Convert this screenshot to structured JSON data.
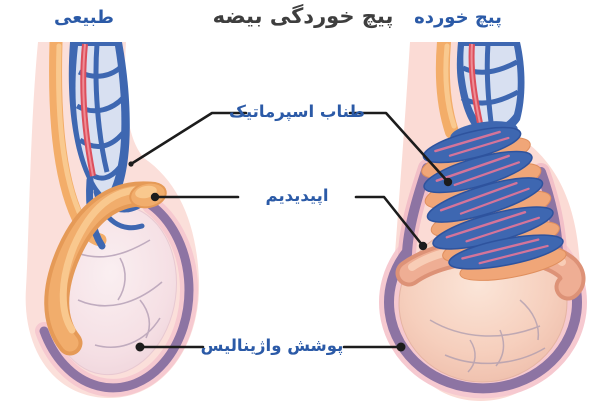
{
  "headers": {
    "normal": "طبیعی",
    "condition": "پیچ خوردگی بیضه",
    "twisted": "پیچ خورده"
  },
  "labels": {
    "spermatic_cord": "طناب اسپرماتیک",
    "epididymis": "اپیدیدیم",
    "tunica_vaginalis": "پوشش واژینالیس"
  },
  "colors": {
    "label_text_blue": "#2b5aa7",
    "title_text_dark": "#3e3e3e",
    "connector_line": "#1c1c1c",
    "scrotum_skin_pink": "#fbdfda",
    "skin_rim_pink": "#f6c9d0",
    "vein_blue": "#3e67b1",
    "vein_fill_pale": "#d8e0f1",
    "artery_red": "#dd4f5c",
    "vas_deferens_orange": "#f3ad69",
    "epididymis_orange": "#f1ad6c",
    "epididymis_salmon": "#efae94",
    "testicle_normal_pink": "#f5dfe4",
    "testicle_inflamed_salmon": "#f6cfbd",
    "tunica_vaginalis_purple": "#8d74a3",
    "torsion_streak_pink": "#d4749a"
  }
}
